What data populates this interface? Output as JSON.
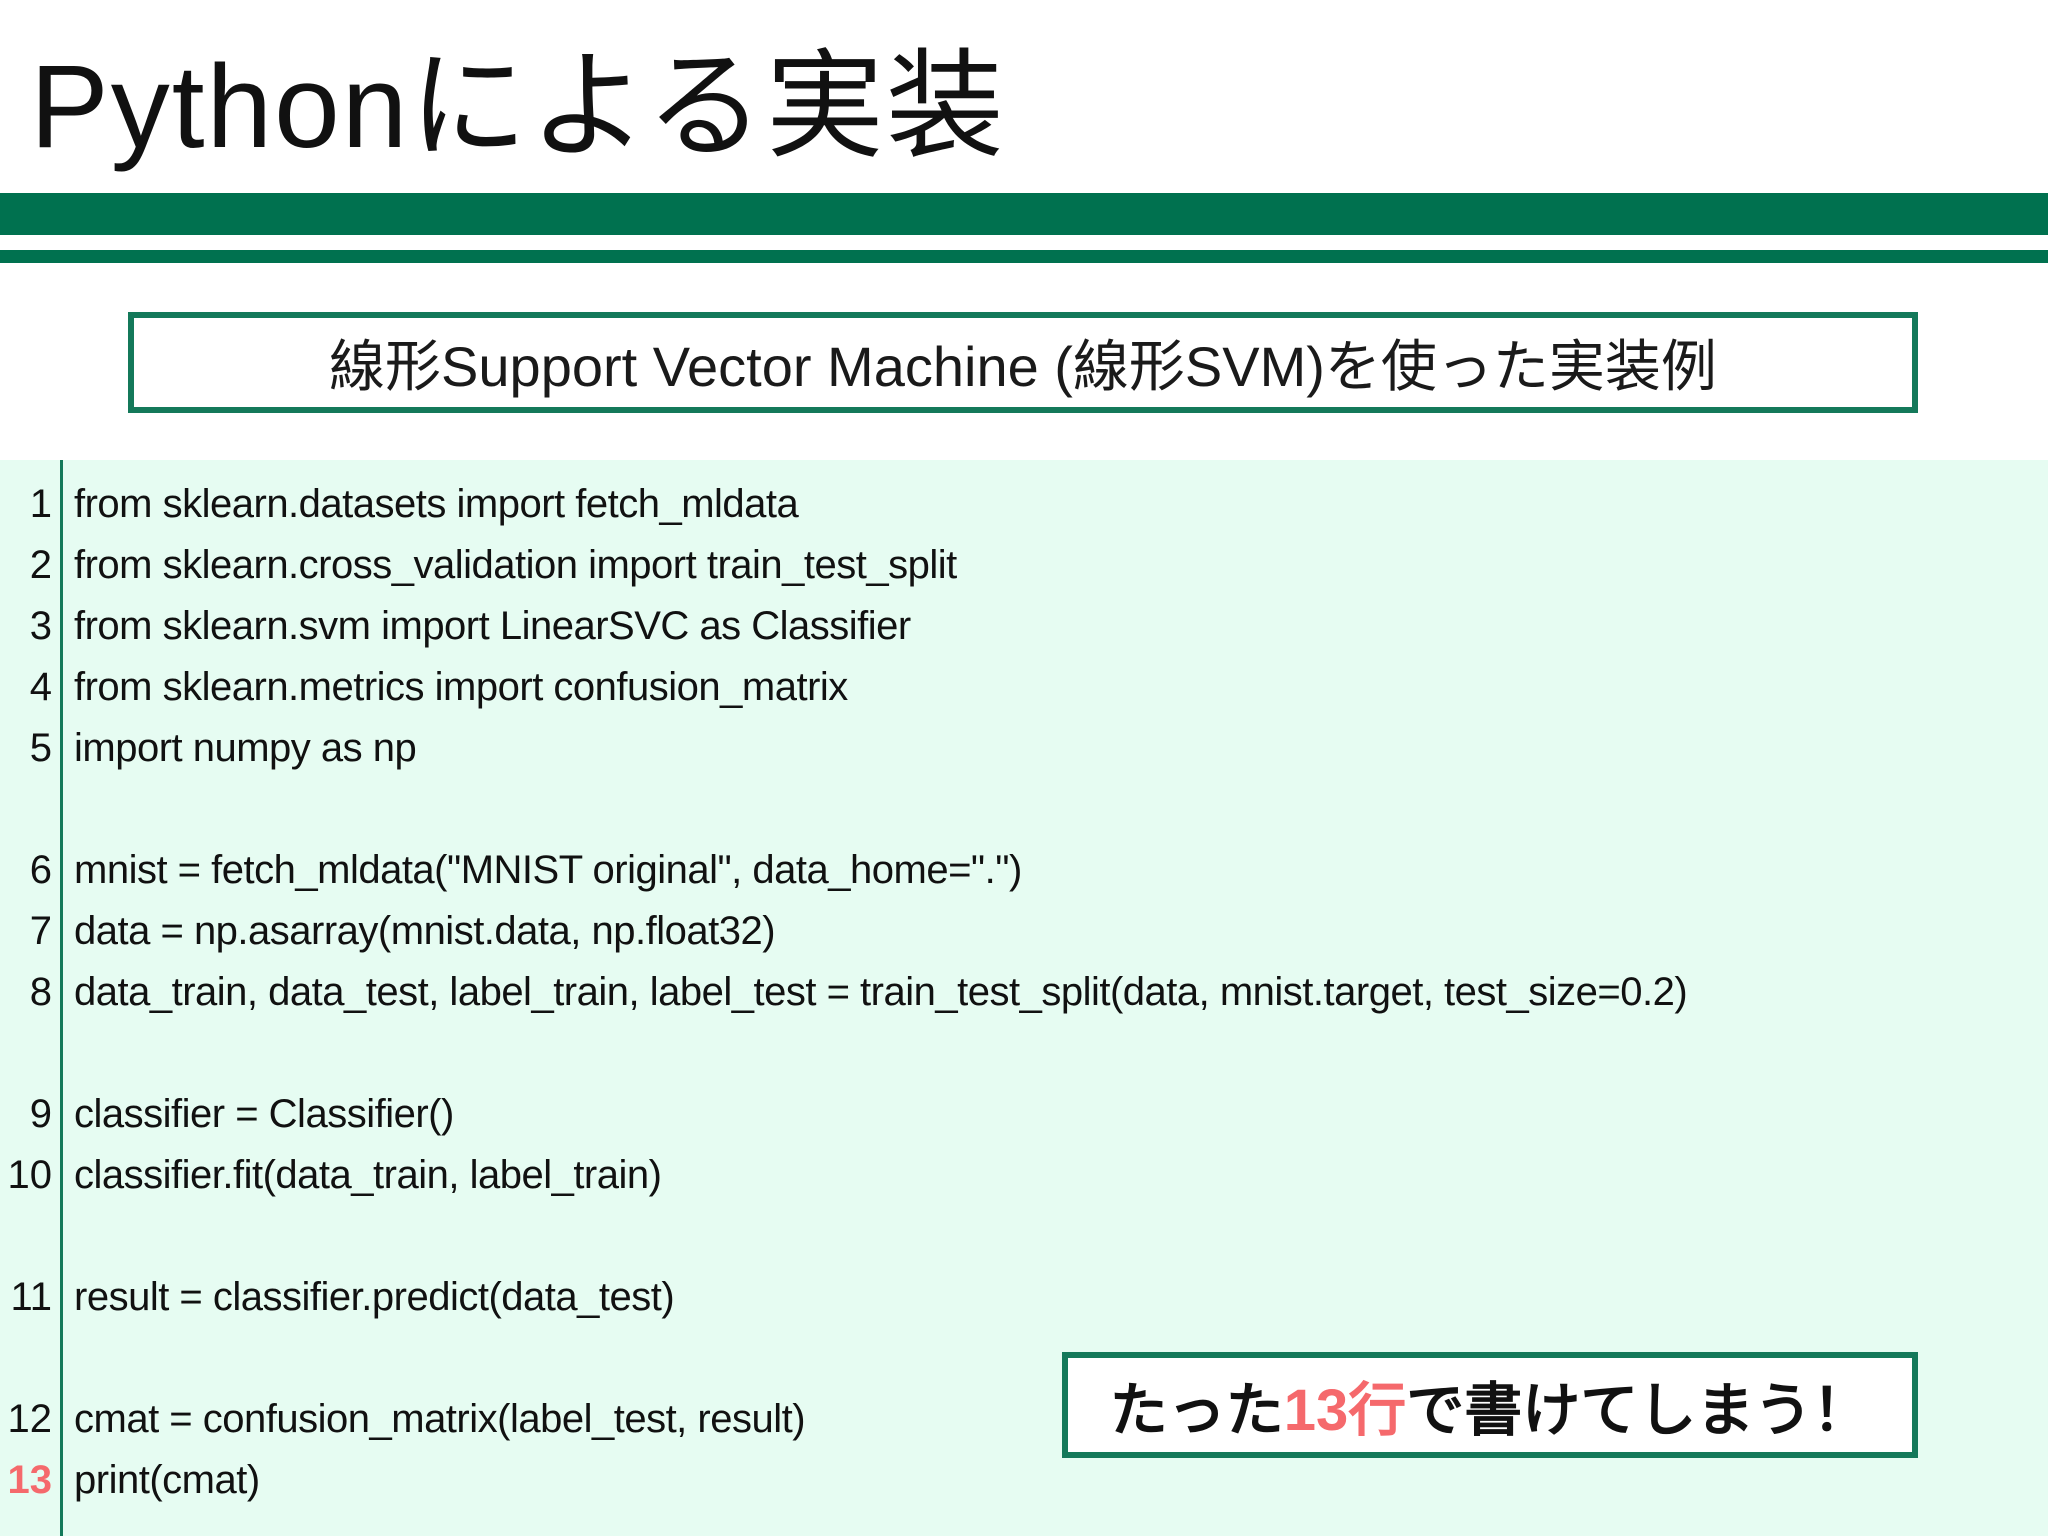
{
  "slide": {
    "title": "Pythonによる実装",
    "subtitle": "線形Support Vector Machine (線形SVM)を使った実装例"
  },
  "colors": {
    "green_bar": "#00714F",
    "green_border": "#14795A",
    "code_background": "#E6FCF2",
    "accent_salmon": "#F5696C"
  },
  "code": {
    "lines": [
      {
        "num": "1",
        "text": "from sklearn.datasets import fetch_mldata",
        "highlight": false
      },
      {
        "num": "2",
        "text": "from sklearn.cross_validation import train_test_split",
        "highlight": false
      },
      {
        "num": "3",
        "text": "from sklearn.svm import LinearSVC as Classifier",
        "highlight": false
      },
      {
        "num": "4",
        "text": "from sklearn.metrics import confusion_matrix",
        "highlight": false
      },
      {
        "num": "5",
        "text": "import numpy as np",
        "highlight": false
      },
      {
        "num": "",
        "text": "",
        "highlight": false
      },
      {
        "num": "6",
        "text": "mnist = fetch_mldata(\"MNIST original\", data_home=\".\")",
        "highlight": false
      },
      {
        "num": "7",
        "text": "data = np.asarray(mnist.data, np.float32)",
        "highlight": false
      },
      {
        "num": "8",
        "text": "data_train, data_test, label_train, label_test = train_test_split(data, mnist.target, test_size=0.2)",
        "highlight": false
      },
      {
        "num": "",
        "text": "",
        "highlight": false
      },
      {
        "num": "9",
        "text": "classifier = Classifier()",
        "highlight": false
      },
      {
        "num": "10",
        "text": "classifier.fit(data_train, label_train)",
        "highlight": false
      },
      {
        "num": "",
        "text": "",
        "highlight": false
      },
      {
        "num": "11",
        "text": "result = classifier.predict(data_test)",
        "highlight": false
      },
      {
        "num": "",
        "text": "",
        "highlight": false
      },
      {
        "num": "12",
        "text": "cmat = confusion_matrix(label_test, result)",
        "highlight": false
      },
      {
        "num": "13",
        "text": "print(cmat)",
        "highlight": true
      }
    ]
  },
  "callout": {
    "prefix": "たった",
    "highlight": "13行",
    "suffix": "で書けてしまう！"
  }
}
